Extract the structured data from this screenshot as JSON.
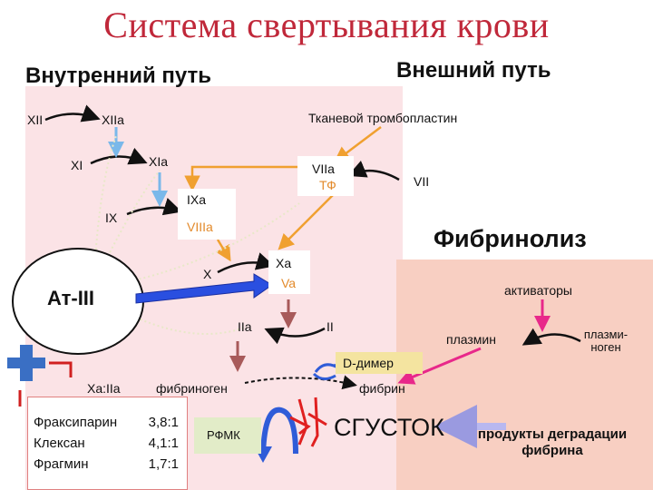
{
  "title": "Система свертывания крови",
  "headers": {
    "intrinsic": "Внутренний путь",
    "extrinsic": "Внешний путь",
    "fibrinolysis": "Фибринолиз"
  },
  "factors": {
    "xii": "XII",
    "xiia": "XIIa",
    "tissue": "Тканевой тромбопластин",
    "xi": "XI",
    "xia": "XIa",
    "viia": "VIIa",
    "tf": "ТФ",
    "vii": "VII",
    "ix": "IX",
    "ixa": "IXa",
    "viiia": "VIIIa",
    "x": "X",
    "xa": "Xa",
    "va": "Va",
    "at3": "Ат-III",
    "iia": "IIa",
    "ii": "II",
    "xa_iia": "Xa:IIa",
    "fibrinogen": "фибриноген",
    "fibrin": "фибрин",
    "ddimer": "D-димер",
    "rfmk": "РФМК",
    "clot": "СГУСТОК",
    "activators": "активаторы",
    "plasmin": "плазмин",
    "plasminogen_1": "плазми-",
    "plasminogen_2": "ноген",
    "fdp_1": "продукты деградации",
    "fdp_2": "фибрина"
  },
  "ratios": [
    {
      "name": "Фраксипарин",
      "value": "3,8:1"
    },
    {
      "name": "Клексан",
      "value": "4,1:1"
    },
    {
      "name": "Фрагмин",
      "value": "1,7:1"
    }
  ],
  "colors": {
    "title": "#c0283a",
    "panel_pink": "#fbe3e6",
    "panel_salmon": "#f8cfc2",
    "blue_arrow": "#2f5cd8",
    "light_blue": "#7ab8ea",
    "orange": "#f0a030",
    "brown": "#a85a5a",
    "magenta": "#e8288a",
    "cross": "#3a6fc4"
  }
}
